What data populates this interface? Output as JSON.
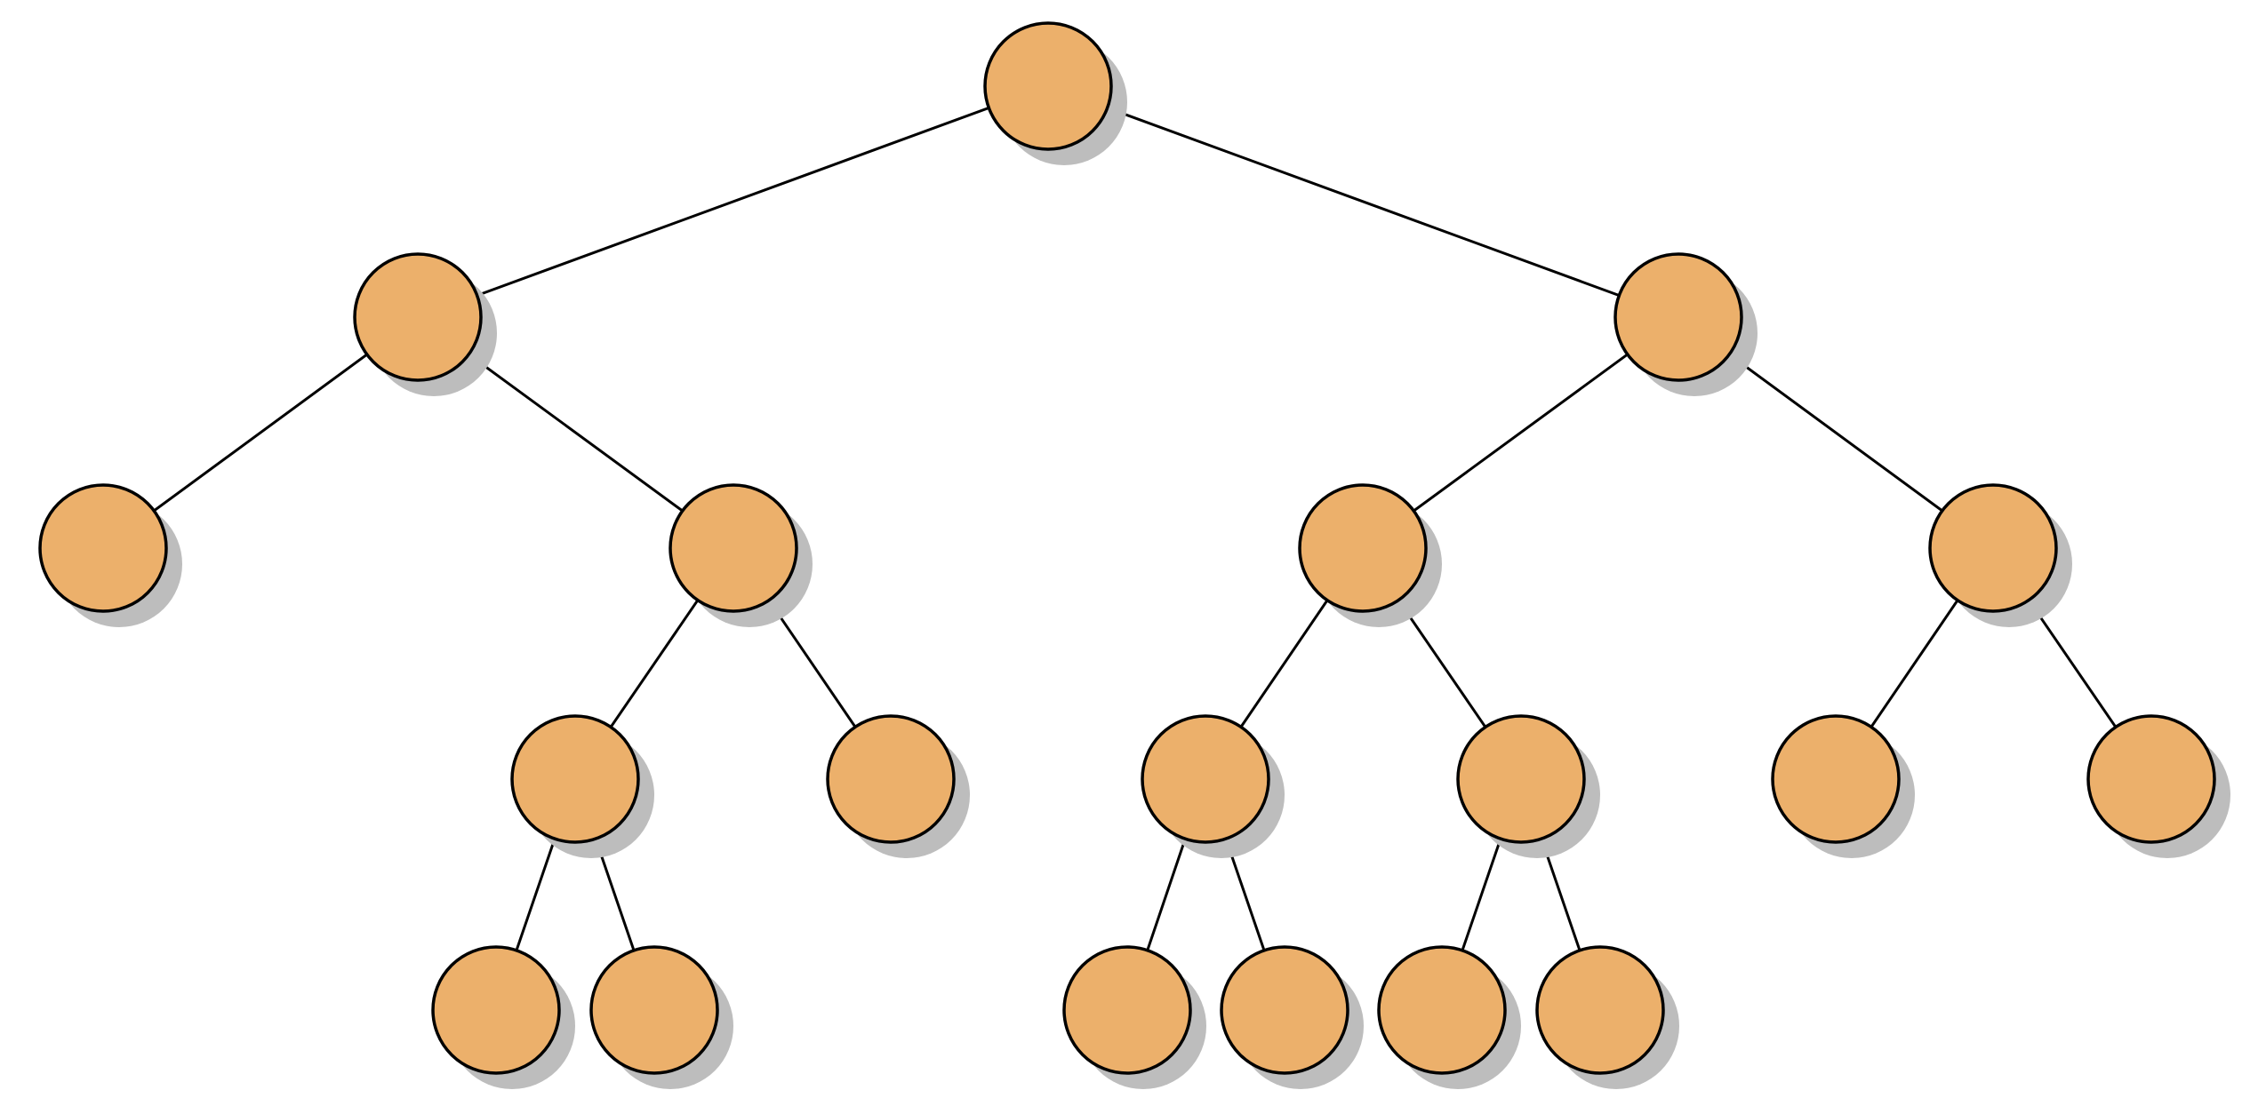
{
  "diagram": {
    "type": "binary-tree",
    "node_fill": "#ecb06b",
    "node_stroke": "#000000",
    "shadow_color": "#bdbdbd",
    "edge_color": "#000000",
    "nodes": [
      {
        "id": "n1"
      },
      {
        "id": "n2"
      },
      {
        "id": "n3"
      },
      {
        "id": "n4"
      },
      {
        "id": "n5"
      },
      {
        "id": "n6"
      },
      {
        "id": "n7"
      },
      {
        "id": "n8"
      },
      {
        "id": "n9"
      },
      {
        "id": "n10"
      },
      {
        "id": "n11"
      },
      {
        "id": "n12"
      },
      {
        "id": "n13"
      },
      {
        "id": "n14"
      },
      {
        "id": "n15"
      },
      {
        "id": "n16"
      },
      {
        "id": "n17"
      },
      {
        "id": "n18"
      },
      {
        "id": "n19"
      }
    ],
    "edges": [
      [
        "n1",
        "n2"
      ],
      [
        "n1",
        "n3"
      ],
      [
        "n2",
        "n4"
      ],
      [
        "n2",
        "n5"
      ],
      [
        "n3",
        "n6"
      ],
      [
        "n3",
        "n7"
      ],
      [
        "n5",
        "n8"
      ],
      [
        "n5",
        "n9"
      ],
      [
        "n6",
        "n10"
      ],
      [
        "n6",
        "n11"
      ],
      [
        "n7",
        "n12"
      ],
      [
        "n7",
        "n13"
      ],
      [
        "n8",
        "n14"
      ],
      [
        "n8",
        "n15"
      ],
      [
        "n10",
        "n16"
      ],
      [
        "n10",
        "n17"
      ],
      [
        "n11",
        "n18"
      ],
      [
        "n11",
        "n19"
      ]
    ]
  }
}
